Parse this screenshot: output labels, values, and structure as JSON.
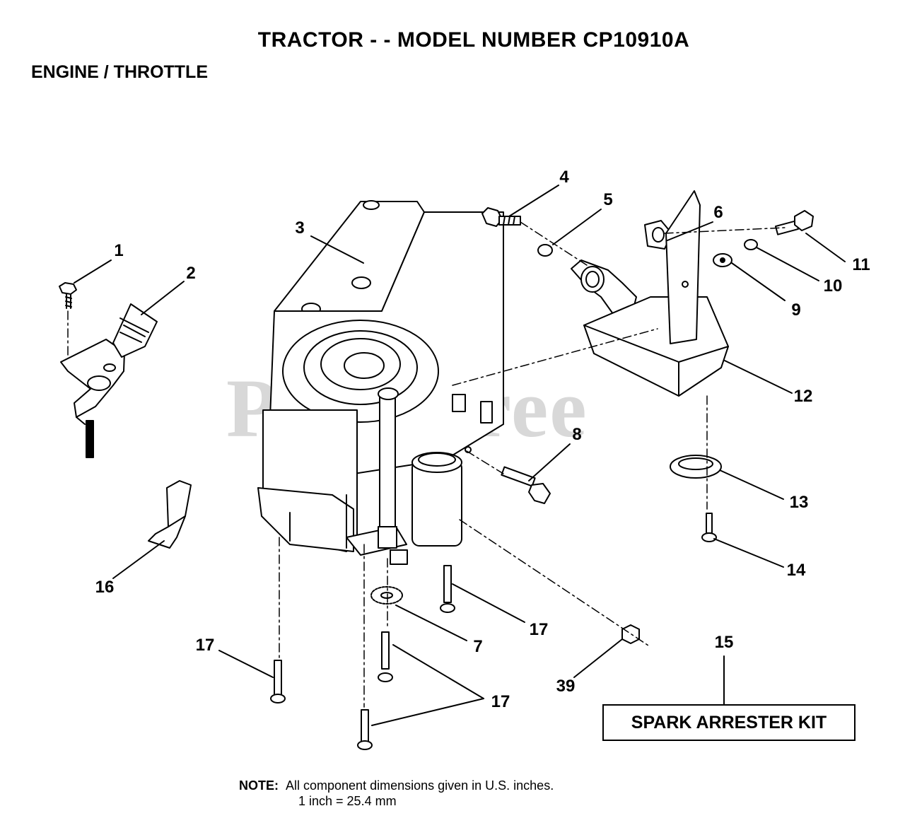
{
  "header": {
    "title": "TRACTOR - - MODEL NUMBER CP10910A",
    "subtitle": "ENGINE / THROTTLE"
  },
  "watermark": "PartsTree",
  "callouts": {
    "c1": "1",
    "c2": "2",
    "c3": "3",
    "c4": "4",
    "c5": "5",
    "c6": "6",
    "c7": "7",
    "c8": "8",
    "c9": "9",
    "c10": "10",
    "c11": "11",
    "c12": "12",
    "c13": "13",
    "c14": "14",
    "c15": "15",
    "c16": "16",
    "c17a": "17",
    "c17b": "17",
    "c17c": "17",
    "c39": "39"
  },
  "kit_label": "SPARK ARRESTER KIT",
  "note": {
    "label": "NOTE:",
    "line1": "All component dimensions given in U.S. inches.",
    "line2": "1 inch = 25.4 mm"
  }
}
